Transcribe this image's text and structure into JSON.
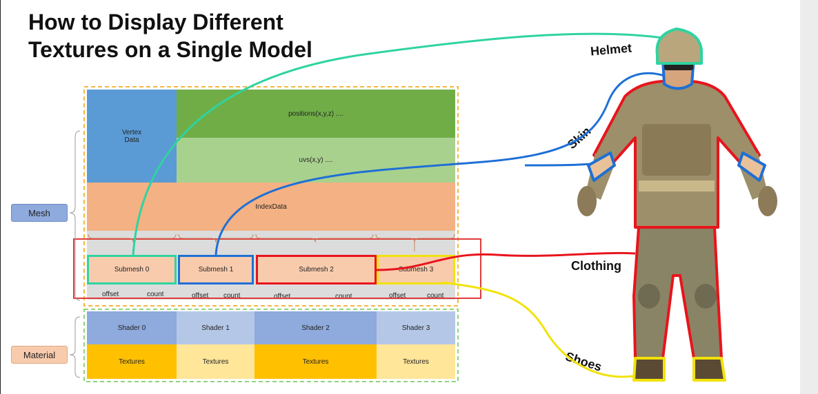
{
  "title_line1": "How to Display Different",
  "title_line2": "Textures on a Single Model",
  "mesh": {
    "label": "Mesh",
    "vertex_data_line1": "Vertex",
    "vertex_data_line2": "Data",
    "positions": "positions(x,y,z)  ....",
    "uvs": "uvs(x,y)  ....",
    "index_data": "IndexData",
    "submeshes": [
      {
        "label": "Submesh 0",
        "offset": "offset",
        "count": "count",
        "color": "#2fd3a0"
      },
      {
        "label": "Submesh 1",
        "offset": "offset",
        "count": "count",
        "color": "#1e6fd6"
      },
      {
        "label": "Submesh 2",
        "offset": "offset",
        "count": "count",
        "color": "#e8141c"
      },
      {
        "label": "Submesh 3",
        "offset": "offset",
        "count": "count",
        "color": "#f2e20a"
      }
    ]
  },
  "material": {
    "label": "Material",
    "shaders": [
      "Shader 0",
      "Shader 1",
      "Shader 2",
      "Shader 3"
    ],
    "textures": [
      "Textures",
      "Textures",
      "Textures",
      "Textures"
    ]
  },
  "parts": {
    "helmet": "Helmet",
    "skin": "Skin",
    "clothing": "Clothing",
    "shoes": "Shoes"
  },
  "colors": {
    "vertex_blue": "#5b9bd5",
    "positions_green": "#70ad47",
    "uvs_green": "#a9d18e",
    "index_orange": "#f4b183",
    "submesh_fill": "#f8cbad",
    "shader_dark": "#8faadc",
    "shader_light": "#b4c7e7",
    "texture_dark": "#ffc000",
    "texture_light": "#ffe699",
    "highlight_red": "#e03a3a"
  }
}
